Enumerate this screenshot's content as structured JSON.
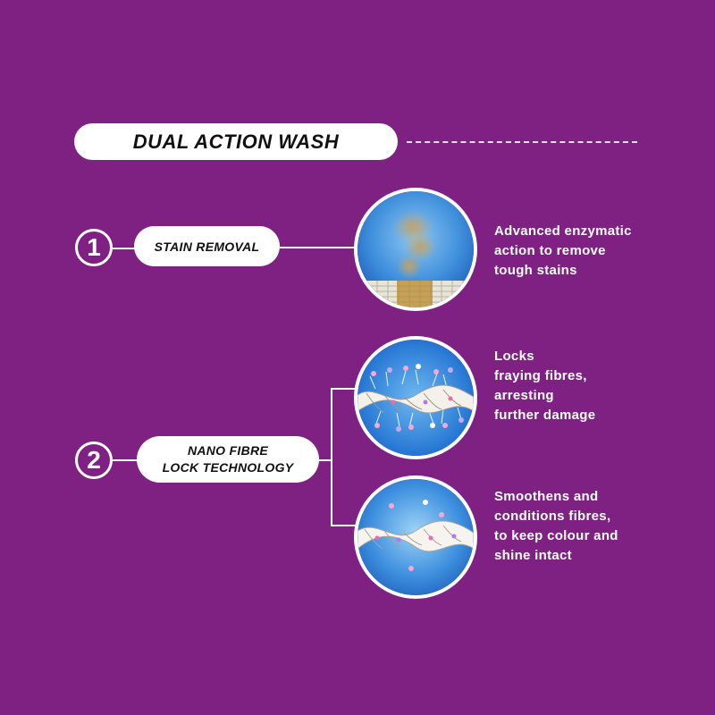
{
  "title": "DUAL ACTION WASH",
  "steps": [
    {
      "number": "1",
      "label": "STAIN REMOVAL",
      "illustrations": [
        {
          "icon": "stain-lifting-icon",
          "description": "Advanced enzymatic\naction to remove\ntough stains"
        }
      ]
    },
    {
      "number": "2",
      "label_line1": "NANO FIBRE",
      "label_line2": "LOCK TECHNOLOGY",
      "illustrations": [
        {
          "icon": "frayed-fibre-icon",
          "description": "Locks\nfraying fibres,\narresting\nfurther damage"
        },
        {
          "icon": "smooth-fibre-icon",
          "description": "Smoothens and\nconditions fibres,\nto keep colour and\nshine intact"
        }
      ]
    }
  ],
  "colors": {
    "background": "#7e2183",
    "pill": "#ffffff",
    "circle_blue": "#1e6fd0"
  }
}
